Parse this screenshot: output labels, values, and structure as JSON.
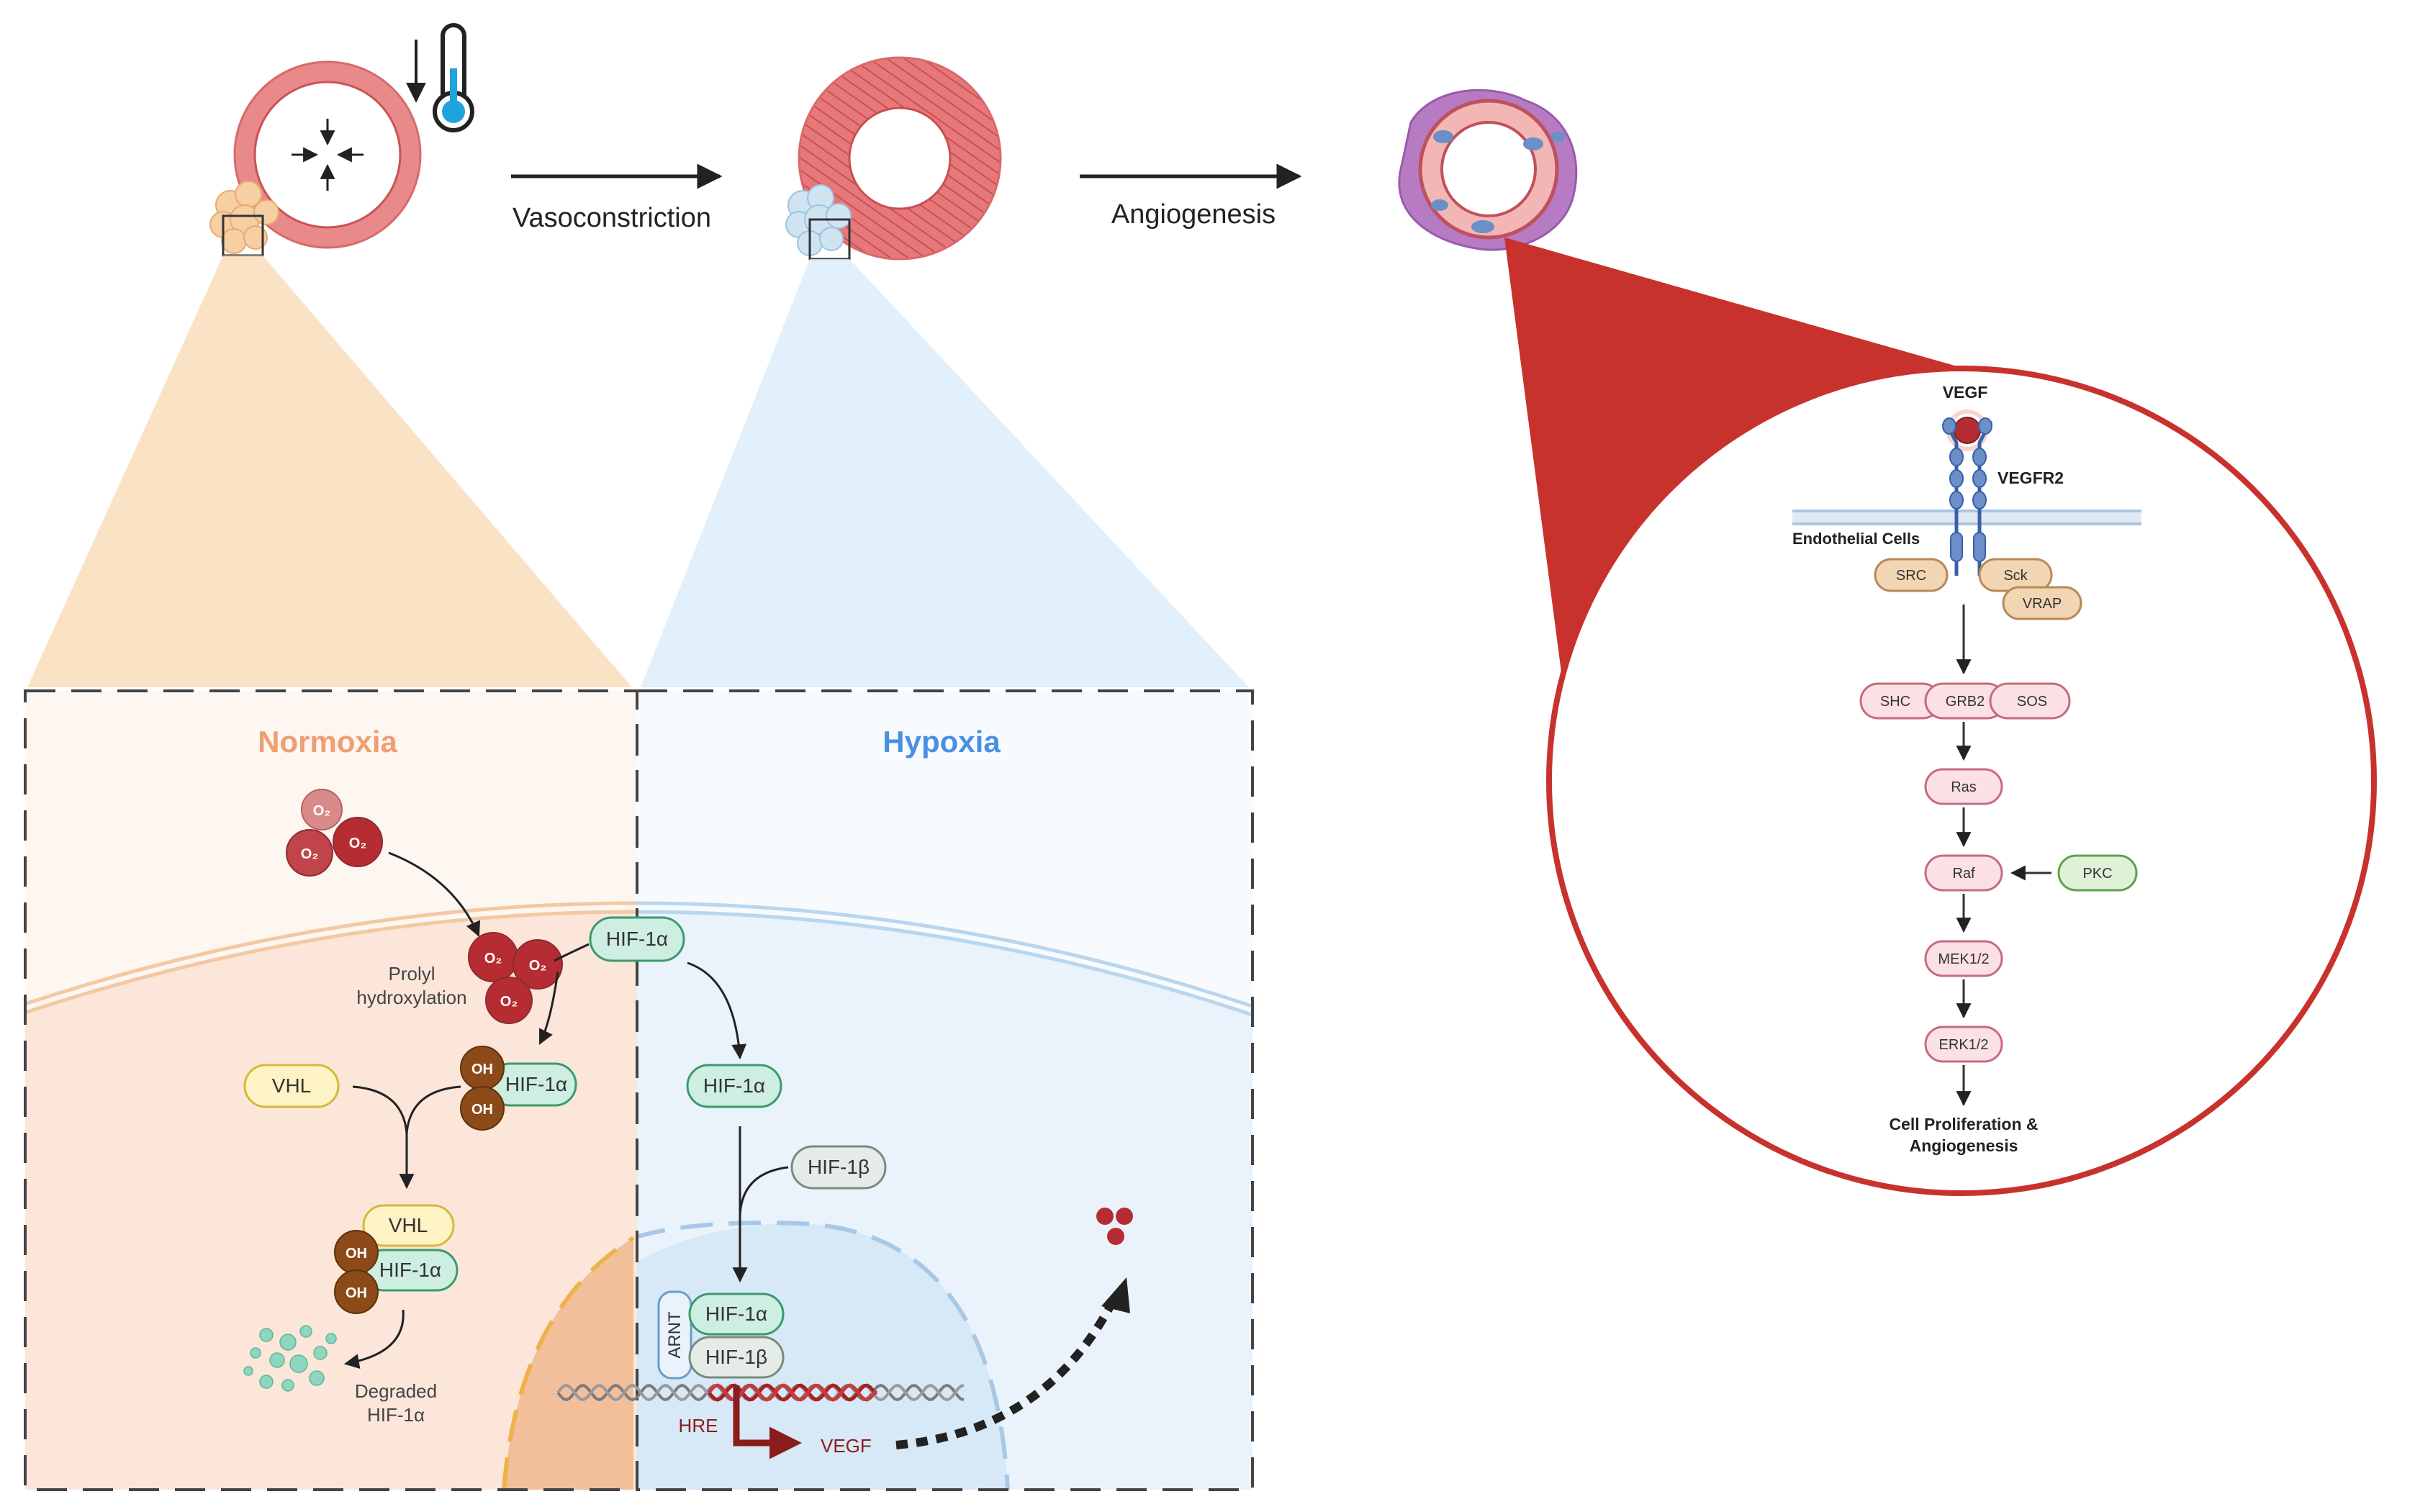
{
  "top": {
    "arrow1_label": "Vasoconstriction",
    "arrow2_label": "Angiogenesis"
  },
  "panels": {
    "normoxia_title": "Normoxia",
    "hypoxia_title": "Hypoxia",
    "normoxia_color": "#ee9f74",
    "hypoxia_color": "#4a90e2"
  },
  "normoxia": {
    "o2": "O₂",
    "prolyl_label": [
      "Prolyl",
      "hydroxylation"
    ],
    "oh": "OH",
    "vhl": "VHL",
    "hif1a": "HIF-1α",
    "degraded_label": [
      "Degraded",
      "HIF-1α"
    ]
  },
  "hypoxia": {
    "hif1a": "HIF-1α",
    "hif1b": "HIF-1β",
    "arnt": "ARNT",
    "hre": "HRE",
    "vegf": "VEGF"
  },
  "pathway": {
    "vegf": "VEGF",
    "vegfr2": "VEGFR2",
    "endothelial": "Endothelial Cells",
    "src": "SRC",
    "sck": "Sck",
    "vrap": "VRAP",
    "shc": "SHC",
    "grb2": "GRB2",
    "sos": "SOS",
    "ras": "Ras",
    "raf": "Raf",
    "pkc": "PKC",
    "mek": "MEK1/2",
    "erk": "ERK1/2",
    "outcome": [
      "Cell Proliferation &",
      "Angiogenesis"
    ],
    "circle_color": "#c8322d"
  }
}
